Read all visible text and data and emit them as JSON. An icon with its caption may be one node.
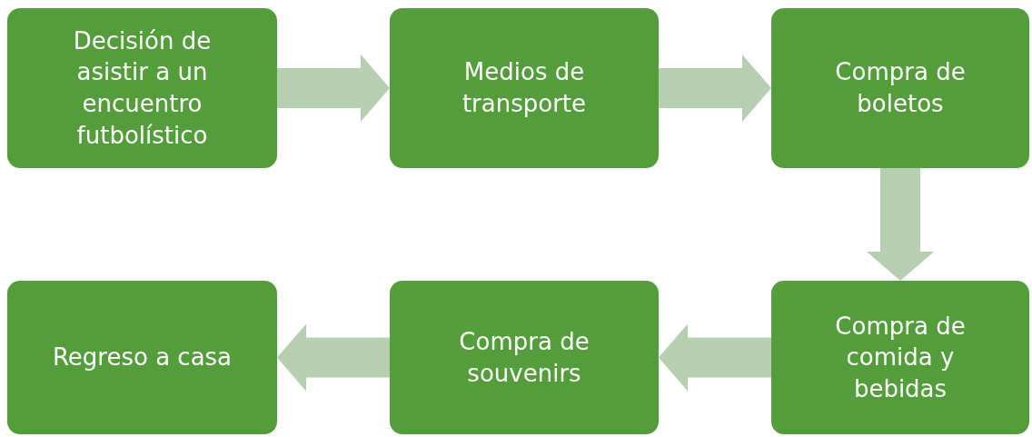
{
  "diagram": {
    "nodes": [
      {
        "text": [
          "Decisión de asistir a un encuentro futbolístico"
        ]
      },
      {
        "text": [
          "Medios de transporte"
        ]
      },
      {
        "text": [
          "Compra de boletos"
        ]
      },
      {
        "text": [
          "Compra de comida y bebidas"
        ]
      },
      {
        "text": [
          "Compra de souvenirs"
        ]
      },
      {
        "text": [
          "Regreso a casa"
        ]
      }
    ],
    "edges": [
      {
        "from": 0,
        "to": 1,
        "arrow": "to"
      },
      {
        "from": 1,
        "to": 2,
        "arrow": "to"
      },
      {
        "from": 2,
        "to": 3,
        "arrow": "to"
      },
      {
        "from": 3,
        "to": 4,
        "arrow": "to"
      },
      {
        "from": 4,
        "to": 5,
        "arrow": "to"
      }
    ]
  }
}
